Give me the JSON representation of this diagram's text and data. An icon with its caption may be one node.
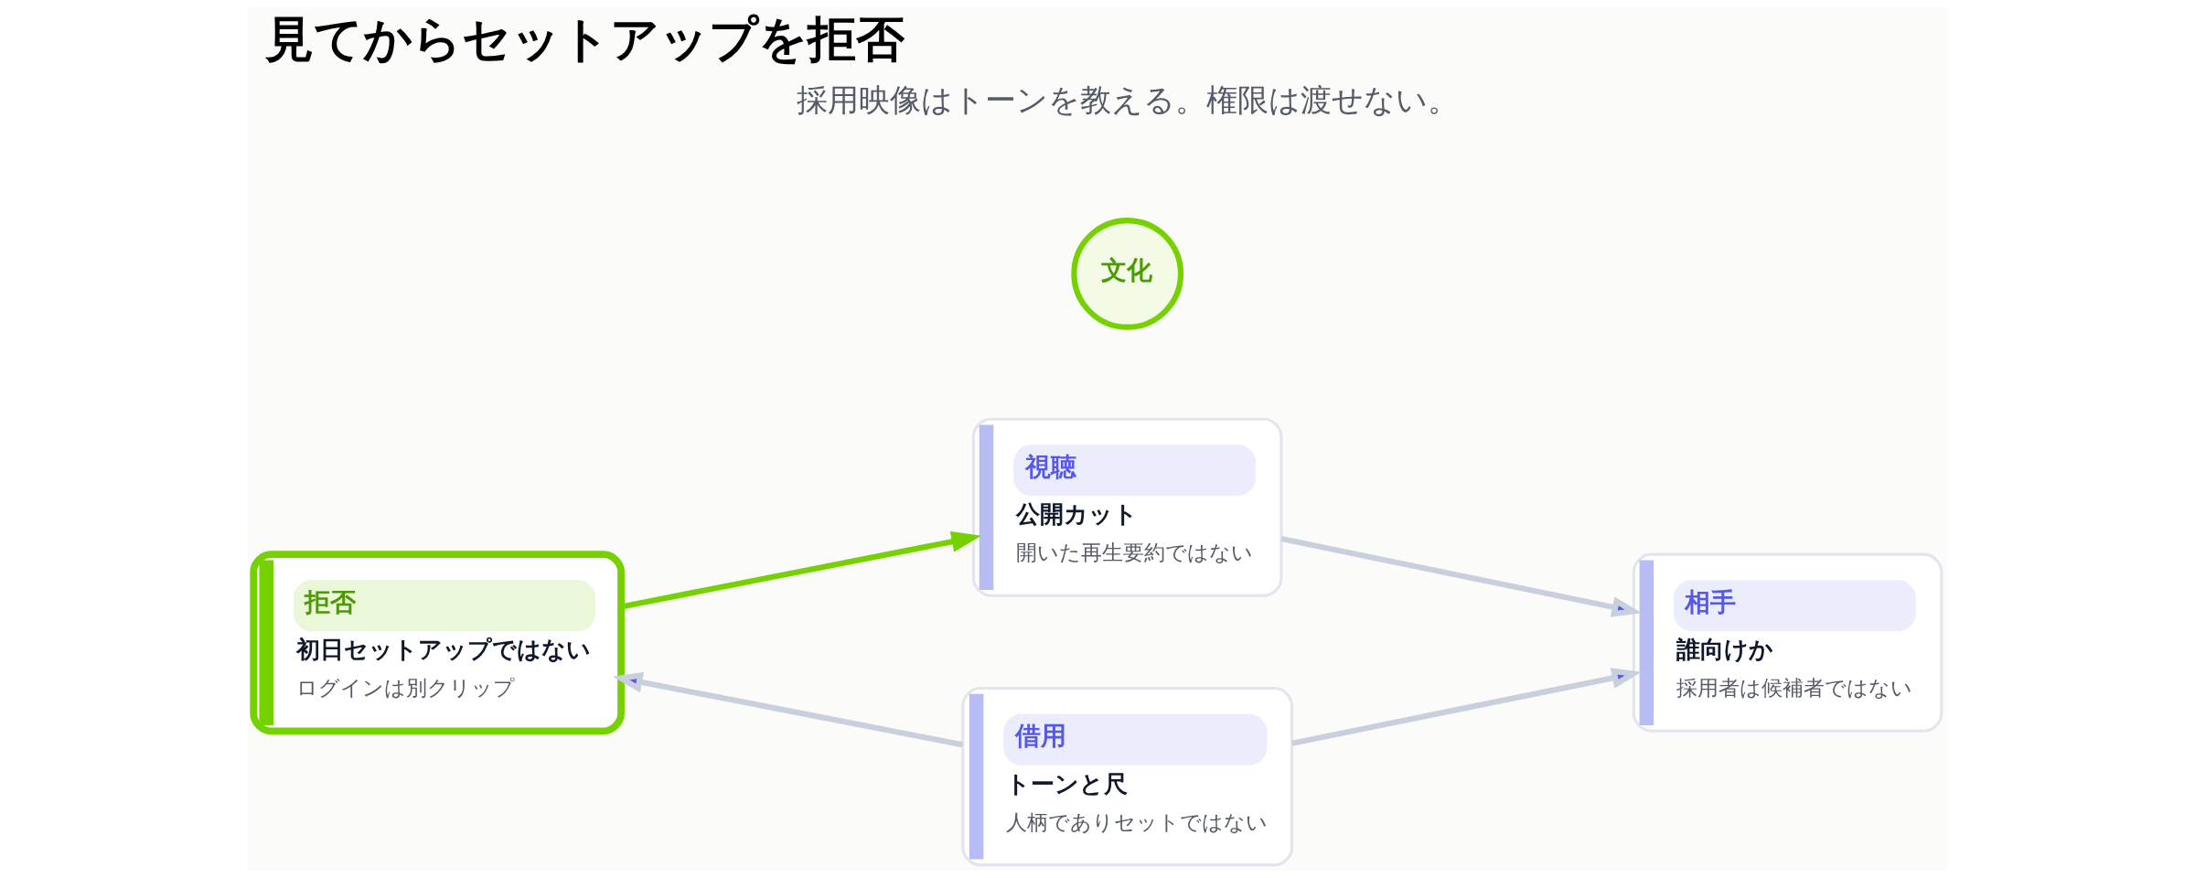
{
  "diagram": {
    "title": "見てからセットアップを拒否",
    "nodes": [
      {
        "text": [
          "視聴",
          "公開カット",
          "開いた再生要約ではない"
        ]
      },
      {
        "text": [
          "拒否",
          "初日セットアップではない",
          "ログインは別クリップ"
        ]
      },
      {
        "text": [
          "文化"
        ]
      },
      {
        "text": [
          "相手",
          "誰向けか",
          "採用者は候補者ではない"
        ]
      },
      {
        "text": [
          "借用",
          "トーンと尺",
          "人柄でありセットではない"
        ]
      }
    ],
    "edges": [
      {
        "from": 1,
        "to": 0,
        "arrow": "to",
        "color": "#76d100"
      },
      {
        "from": 0,
        "to": 3,
        "arrow": "to"
      },
      {
        "from": 4,
        "to": 3,
        "arrow": "to"
      },
      {
        "from": 4,
        "to": 1,
        "arrow": "to"
      }
    ],
    "labels": [
      "採用映像はトーンを教える。権限は渡せない。"
    ]
  }
}
